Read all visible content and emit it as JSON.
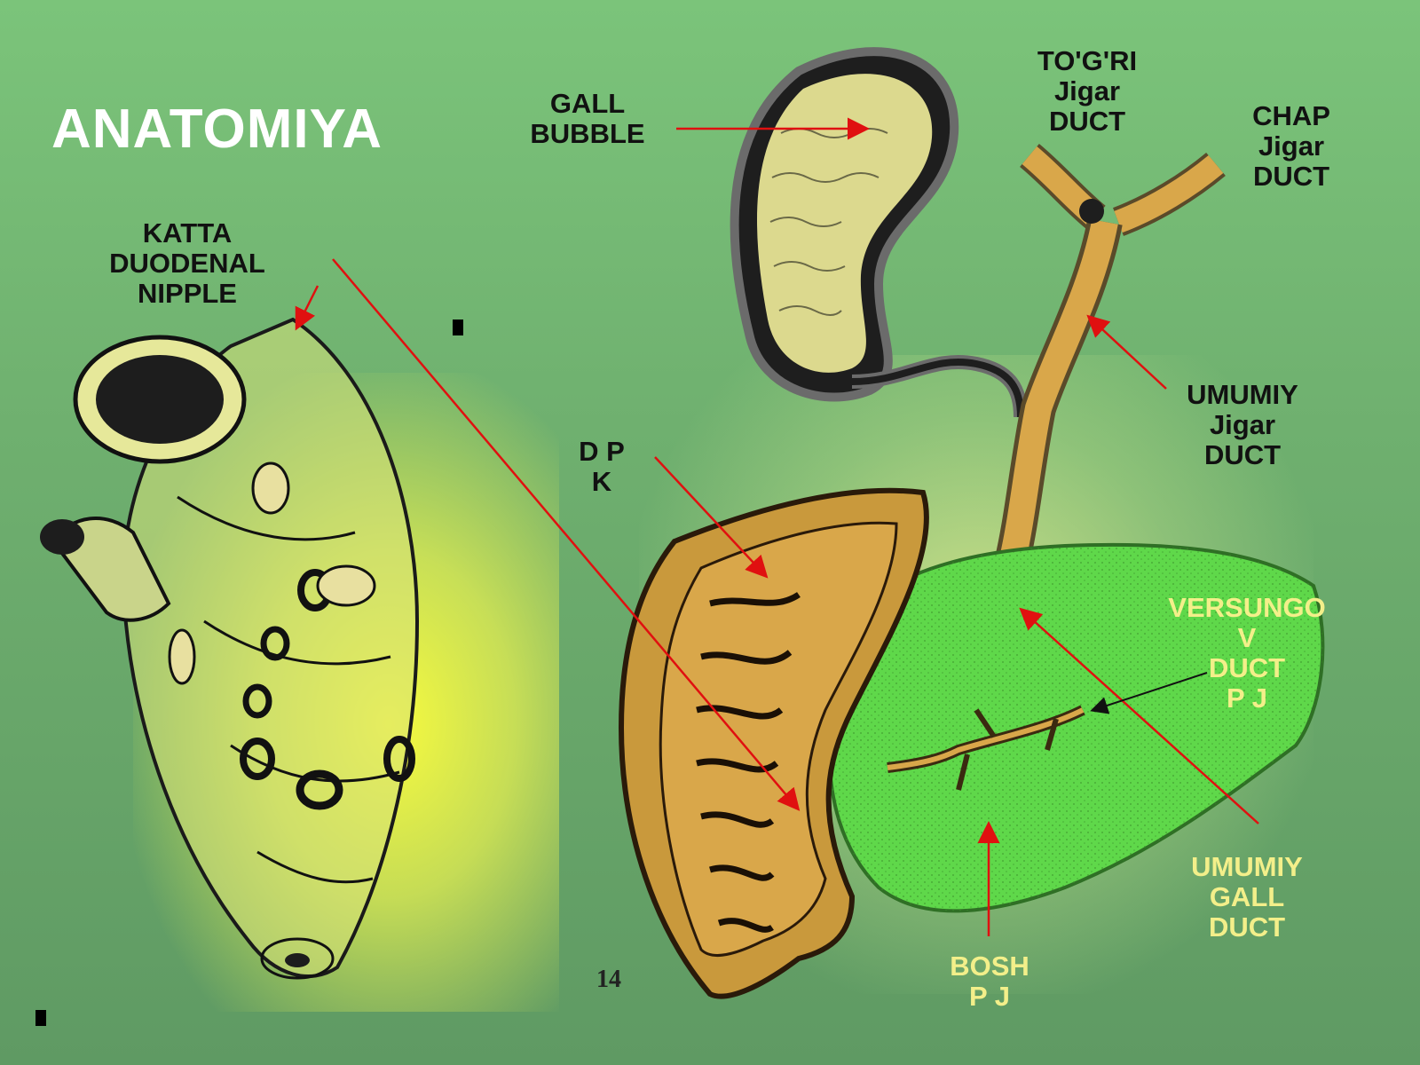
{
  "title": "ANATOMIYA",
  "page_number": "14",
  "labels": {
    "katta_duodenal_nipple": "KATTA\nDUODENAL\nNIPPLE",
    "gall_bubble": "GALL\nBUBBLE",
    "togri_jigar_duct": "TO'G'RI\nJigar\nDUCT",
    "chap_jigar_duct": "CHAP\nJigar\nDUCT",
    "umumiy_jigar_duct": "UMUMIY\nJigar\nDUCT",
    "dpk": "D P\nK",
    "versungov_duct": "VERSUNGO\nV\nDUCT\nP J",
    "umumiy_gall_duct": "UMUMIY\nGALL\nDUCT",
    "bosh_pj": "BOSH\nP J"
  },
  "colors": {
    "background": "#6fb06f",
    "arrow": "#e01010",
    "duct": "#d9a74a",
    "pancreas": "#5fd84a",
    "label_dark": "#111111",
    "label_light": "#f3ef8a"
  }
}
